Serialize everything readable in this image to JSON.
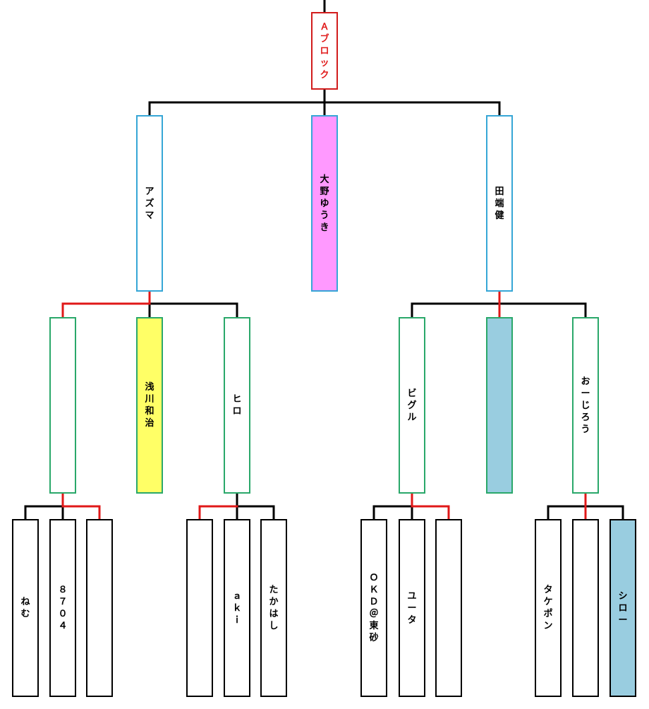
{
  "colors": {
    "line_black": "#000000",
    "line_red": "#e01818",
    "border_red": "#d21c1c",
    "border_blue": "#36a6d6",
    "border_green": "#2aa86a",
    "border_black": "#000000",
    "fill_pink": "#ff99ff",
    "fill_yellow": "#ffff66",
    "fill_lightblue": "#99cde0",
    "fill_white": "#ffffff",
    "title_text": "#e01818"
  },
  "bracket": {
    "title": "Ａブロック",
    "final": [
      {
        "name": "アズマ"
      },
      {
        "name": "大野ゆうき"
      },
      {
        "name": "田端　健"
      }
    ],
    "semifinal": [
      {
        "name": ""
      },
      {
        "name": "浅川和治"
      },
      {
        "name": "ヒロ"
      },
      {
        "name": "ビグル"
      },
      {
        "name": ""
      },
      {
        "name": "おーじろう"
      }
    ],
    "first_round": [
      {
        "name": "ねむ"
      },
      {
        "name": "８７０４"
      },
      {
        "name": ""
      },
      {
        "name": ""
      },
      {
        "name": "ａｋｉ"
      },
      {
        "name": "たかはし"
      },
      {
        "name": "ＯＫＤ＠東砂"
      },
      {
        "name": "ユータ"
      },
      {
        "name": ""
      },
      {
        "name": "タケポン"
      },
      {
        "name": ""
      },
      {
        "name": "シロー"
      }
    ]
  }
}
